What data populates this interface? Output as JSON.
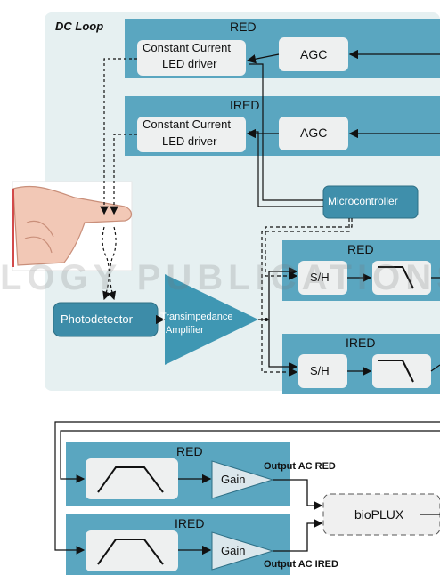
{
  "diagram": {
    "dc_loop_label": "DC Loop",
    "top": {
      "red_label": "RED",
      "ired_label": "IRED",
      "led_driver_line1": "Constant Current",
      "led_driver_line2": "LED driver",
      "agc_label": "AGC",
      "microcontroller_label": "Microcontroller",
      "photodetector_label": "Photodetector",
      "tia_line1": "Transimpedance",
      "tia_line2": "Amplifier",
      "sh_label": "S/H",
      "red_sh_label": "RED",
      "ired_sh_label": "IRED"
    },
    "bottom": {
      "red_label": "RED",
      "ired_label": "IRED",
      "gain_label": "Gain",
      "output_red": "Output AC RED",
      "output_ired": "Output AC IRED",
      "bioplux_label": "bioPLUX"
    },
    "watermark_text": "LOGY PUBLICATIONS",
    "colors": {
      "panel": "#e8f1f2",
      "block": "#5aa6c0",
      "block_dark": "#3d8ca8",
      "inner": "#eef0f0",
      "triangle": "#3f97b3"
    }
  }
}
